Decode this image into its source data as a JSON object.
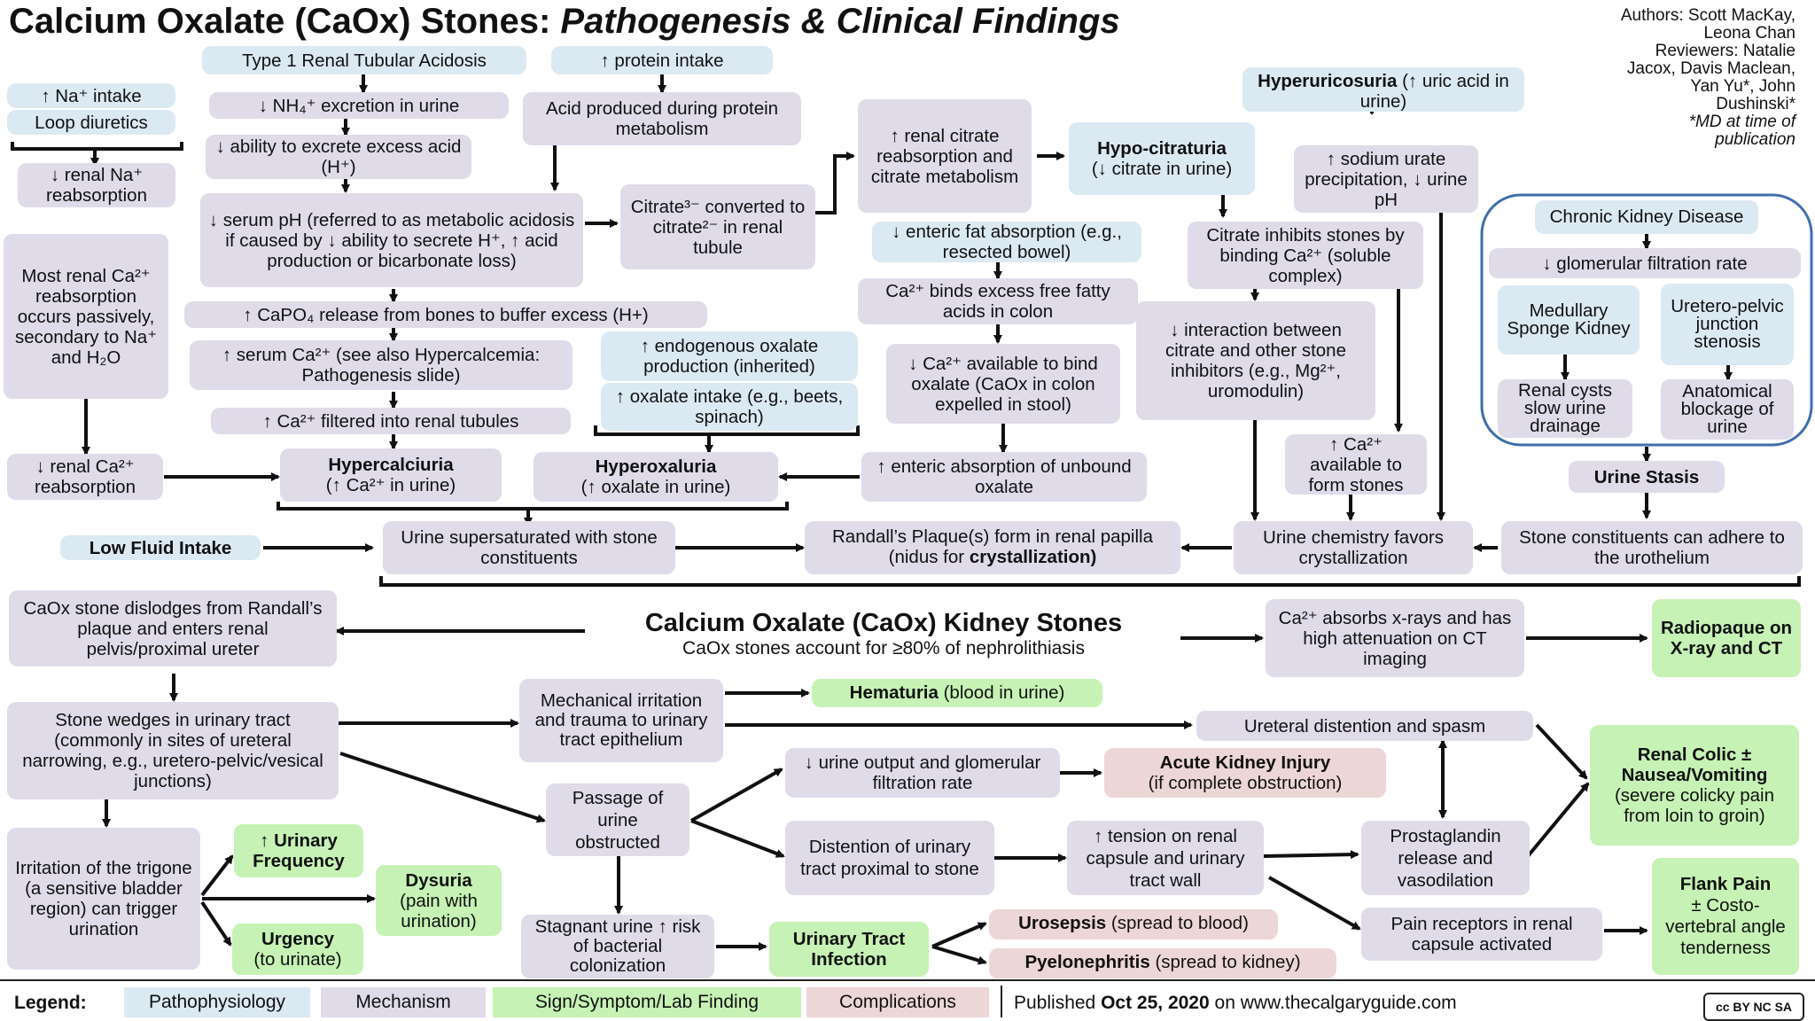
{
  "header": {
    "title_main": "Calcium Oxalate (CaOx) Stones:",
    "title_italic": "Pathogenesis & Clinical Findings",
    "authors_lines": [
      "Authors: Scott MacKay,",
      "Leona Chan",
      "Reviewers: Natalie",
      "Jacox, Davis Maclean,",
      "Yan Yu*, John",
      "Dushinski*",
      "*MD at time of",
      "publication"
    ]
  },
  "boxes": {
    "na_intake": "↑ Na⁺ intake",
    "loop_diuretics": "Loop diuretics",
    "renal_na_reabs": "↓ renal Na⁺ reabsorption",
    "most_renal_ca": "Most renal Ca²⁺ reabsorption occurs passively, secondary to Na⁺ and H₂O",
    "renal_ca_reabs": "↓ renal Ca²⁺ reabsorption",
    "low_fluid": "Low Fluid Intake",
    "rta": "Type 1 Renal Tubular Acidosis",
    "nh4": "↓ NH₄⁺ excretion in urine",
    "excrete_acid": "↓ ability to excrete excess acid (H⁺)",
    "serum_ph": "↓ serum pH (referred to as metabolic acidosis if caused by ↓ ability to secrete H⁺, ↑ acid production or bicarbonate loss)",
    "capo4": "↑ CaPO₄ release from bones to buffer excess (H+)",
    "serum_ca": "↑ serum Ca²⁺ (see also Hypercalcemia: Pathogenesis slide)",
    "ca_filtered": "↑ Ca²⁺ filtered into renal tubules",
    "hypercalciuria": "Hypercalciuria",
    "hypercalciuria_sub": "(↑ Ca²⁺ in urine)",
    "protein_intake": "↑ protein intake",
    "acid_produced": "Acid produced during protein metabolism",
    "citrate_converted": "Citrate³⁻ converted to citrate²⁻ in renal tubule",
    "endogenous_oxalate": "↑ endogenous oxalate production (inherited)",
    "oxalate_intake": "↑ oxalate intake (e.g., beets, spinach)",
    "hyperoxaluria": "Hyperoxaluria",
    "hyperoxaluria_sub": "(↑ oxalate in urine)",
    "renal_citrate": "↑ renal citrate reabsorption and citrate metabolism",
    "enteric_fat": "↓ enteric fat absorption (e.g., resected bowel)",
    "ca_binds_fa": "Ca²⁺ binds excess free fatty acids in colon",
    "ca_available_colon": "↓ Ca²⁺ available to bind oxalate (CaOx in colon expelled in stool)",
    "enteric_absorption": "↑ enteric absorption of unbound oxalate",
    "hypocitraturia": "Hypo-citraturia",
    "hypocitraturia_sub": "(↓ citrate in urine)",
    "hyperuricosuria": "Hyperuricosuria",
    "hyperuricosuria_sub": "(↑ uric acid in urine)",
    "sodium_urate": "↑ sodium urate precipitation, ↓ urine pH",
    "citrate_inhibits": "Citrate inhibits stones by binding Ca²⁺ (soluble complex)",
    "interaction": "↓ interaction between citrate and other stone inhibitors (e.g., Mg²⁺, uromodulin)",
    "ca_available_stones": "↑ Ca²⁺ available to form stones",
    "ckd": "Chronic Kidney Disease",
    "gfr": "↓ glomerular filtration rate",
    "medullary_sponge": "Medullary Sponge Kidney",
    "upj": "Uretero-pelvic junction stenosis",
    "renal_cysts": "Renal cysts slow urine drainage",
    "anatomical": "Anatomical blockage of urine",
    "urine_stasis": "Urine Stasis",
    "urine_supersat": "Urine supersaturated with stone constituents",
    "randalls": "Randall’s Plaque(s) form in renal papilla (nidus for",
    "randalls_bold": "crystallization)",
    "urine_chemistry": "Urine chemistry favors crystallization",
    "stone_adhere": "Stone constituents can adhere to the urothelium",
    "caox_title": "Calcium Oxalate (CaOx) Kidney Stones",
    "caox_sub": "CaOx stones account for ≥80% of nephrolithiasis",
    "dislodges": "CaOx stone dislodges from Randall’s plaque and enters renal pelvis/proximal ureter",
    "absorbs_xray": "Ca²⁺ absorbs x-rays and has high attenuation on CT imaging",
    "radiopaque": "Radiopaque on X-ray and CT",
    "wedges": "Stone wedges in urinary tract (commonly in sites of ureteral narrowing, e.g., uretero-pelvic/vesical junctions)",
    "mechanical": "Mechanical irritation and trauma to urinary tract epithelium",
    "hematuria": "Hematuria",
    "hematuria_sub": "(blood in urine)",
    "ureteral_distention": "Ureteral distention and spasm",
    "renal_colic": "Renal Colic ± Nausea/Vomiting",
    "renal_colic_sub": "(severe colicky pain from loin to groin)",
    "passage_obstructed": "Passage of urine obstructed",
    "urine_output": "↓ urine output and glomerular filtration rate",
    "aki": "Acute Kidney Injury",
    "aki_sub": "(if complete obstruction)",
    "distention_tract": "Distention of urinary tract proximal to stone",
    "tension": "↑ tension on renal capsule and urinary tract wall",
    "prostaglandin": "Prostaglandin release and vasodilation",
    "pain_receptors": "Pain receptors in renal capsule activated",
    "flank_pain": "Flank Pain",
    "flank_pain_sub": "± Costo-vertebral angle tenderness",
    "irritation_trigone": "Irritation of the trigone (a sensitive bladder region) can trigger urination",
    "urinary_frequency": "↑ Urinary Frequency",
    "dysuria": "Dysuria",
    "dysuria_sub": "(pain with urination)",
    "urgency": "Urgency",
    "urgency_sub": "(to urinate)",
    "stagnant_urine": "Stagnant urine ↑ risk of bacterial colonization",
    "uti": "Urinary Tract Infection",
    "urosepsis": "Urosepsis",
    "urosepsis_sub": "(spread to blood)",
    "pyelonephritis": "Pyelonephritis",
    "pyelonephritis_sub": "(spread to kidney)"
  },
  "legend": {
    "label": "Legend:",
    "items": [
      "Pathophysiology",
      "Mechanism",
      "Sign/Symptom/Lab Finding",
      "Complications"
    ],
    "published_prefix": "Published",
    "published_date": "Oct 25, 2020",
    "published_suffix": "on www.thecalgaryguide.com",
    "license": "cc BY NC SA"
  },
  "colors": {
    "pathophysiology": "#dbe9f3",
    "mechanism": "#dfdbe9",
    "sign_symptom": "#c6f2b5",
    "complications": "#ecd7d6",
    "ckd_border": "#3f6fa8"
  }
}
